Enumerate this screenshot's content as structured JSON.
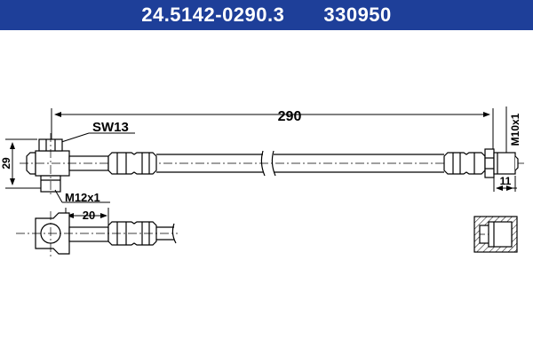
{
  "header": {
    "part_number": "24.5142-0290.3",
    "ref_number": "330950"
  },
  "drawing": {
    "length_label": "290",
    "wrench_label": "SW13",
    "height_label": "29",
    "thread_left_label": "M12x1",
    "offset_label": "20",
    "thread_right_label": "M10x1",
    "nut_length_label": "11"
  }
}
